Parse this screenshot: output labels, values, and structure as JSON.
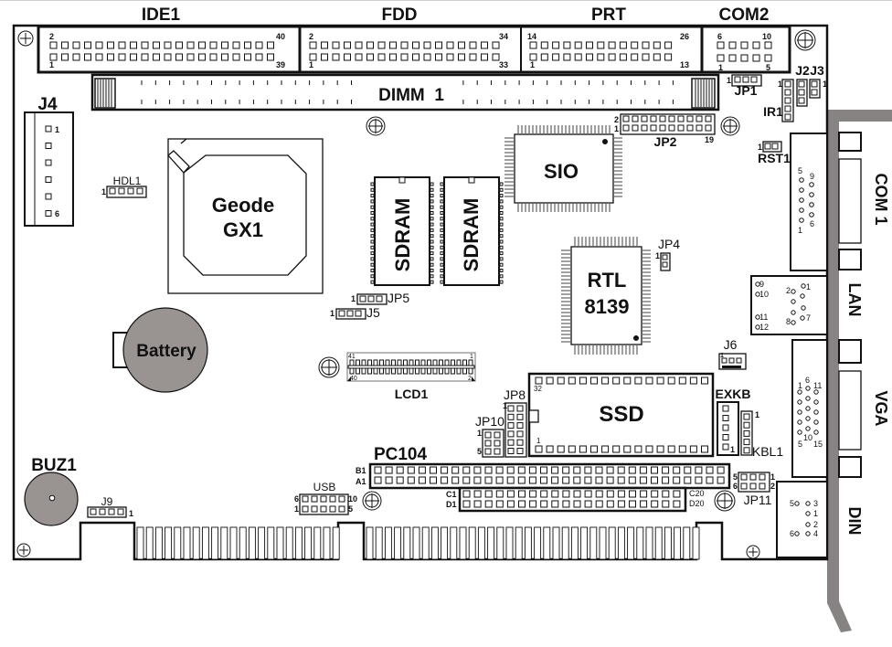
{
  "diagram": {
    "title": "Single Board Computer Layout",
    "colors": {
      "ink": "#111111",
      "battery": "#999492",
      "bracket": "#878383",
      "faded_pins": "#9a9a9a"
    },
    "top_connectors": {
      "ide1": {
        "label": "IDE1",
        "pin_top_left": "2",
        "pin_top_right": "40",
        "pin_bottom_left": "1",
        "pin_bottom_right": "39",
        "columns": 20
      },
      "fdd": {
        "label": "FDD",
        "pin_top_left": "2",
        "pin_top_right": "34",
        "pin_bottom_left": "1",
        "pin_bottom_right": "33",
        "columns": 17
      },
      "prt": {
        "label": "PRT",
        "pin_top_left": "14",
        "pin_top_right": "26",
        "pin_bottom_left": "1",
        "pin_bottom_right": "13",
        "columns": 13
      },
      "com2": {
        "label": "COM2",
        "pin_top_left": "6",
        "pin_top_right": "10",
        "pin_bottom_left": "1",
        "pin_bottom_right": "5",
        "columns": 5
      }
    },
    "dimm": {
      "label": "DIMM  1"
    },
    "j4": {
      "label": "J4",
      "pin_first": "1",
      "pin_last": "6",
      "pins": 6
    },
    "hdl1": {
      "label": "HDL1",
      "pin_first": "1",
      "pins": 4
    },
    "cpu": {
      "line1": "Geode",
      "line2": "GX1"
    },
    "sdram": [
      {
        "label": "SDRAM"
      },
      {
        "label": "SDRAM"
      }
    ],
    "sio": {
      "label": "SIO"
    },
    "rtl": {
      "line1": "RTL",
      "line2": "8139"
    },
    "jp1": {
      "label": "JP1",
      "pin_first": "1",
      "pins": 3
    },
    "jp2": {
      "label": "JP2",
      "pin_top": "2",
      "pin_bottom": "1",
      "pin_end": "19",
      "columns": 10
    },
    "j2": {
      "label": "J2",
      "pins": 3
    },
    "j3": {
      "label": "J3",
      "pin_first": "1",
      "pins": 2
    },
    "ir1": {
      "label": "IR1",
      "pin_first": "1",
      "pins": 5
    },
    "rst1": {
      "label": "RST1",
      "pin_first": "1",
      "pins": 2
    },
    "jp4": {
      "label": "JP4",
      "pin_first": "1",
      "pins": 2
    },
    "jp5": {
      "label": "JP5",
      "pin_first": "1",
      "pins": 3
    },
    "j5": {
      "label": "J5",
      "pin_first": "1",
      "pins": 3
    },
    "lcd1": {
      "label": "LCD1",
      "pin_tl": "41",
      "pin_tr": "1",
      "pin_bl": "40",
      "pin_br": "2"
    },
    "battery": {
      "label": "Battery"
    },
    "buz1": {
      "label": "BUZ1"
    },
    "j9": {
      "label": "J9",
      "pin_first": "1",
      "pins": 4
    },
    "j6": {
      "label": "J6",
      "pin_first": "1",
      "pins": 3
    },
    "jp8": {
      "label": "JP8",
      "pin_first": "1",
      "rows": 6
    },
    "jp10": {
      "label": "JP10",
      "pin_first": "1",
      "pin_last": "5",
      "rows": 3
    },
    "ssd": {
      "label": "SSD",
      "pin_top": "32",
      "pin_bottom": "1",
      "columns": 16
    },
    "exkb": {
      "label": "EXKB",
      "pin_first": "1",
      "pins": 5
    },
    "kbl1": {
      "label": "KBL1",
      "pin_first": "1",
      "pins": 5
    },
    "pc104": {
      "label": "PC104",
      "row_b": "B1",
      "row_a": "A1",
      "row_c": "C1",
      "row_d": "D1",
      "row_c_end": "C20",
      "row_d_end": "D20",
      "ab_columns": 32,
      "cd_columns": 20
    },
    "usb": {
      "label": "USB",
      "pin_tl": "6",
      "pin_tr": "10",
      "pin_bl": "1",
      "pin_br": "5",
      "columns": 5
    },
    "jp11": {
      "label": "JP11",
      "pin_tl": "5",
      "pin_bl": "6",
      "pin_tr": "1",
      "pin_br": "2",
      "columns": 3
    },
    "rear_io": {
      "com1": {
        "label": "COM 1",
        "pins_left": [
          "5",
          "1"
        ],
        "pins_right": [
          "9",
          "6"
        ]
      },
      "lan": {
        "label": "LAN",
        "pins": [
          "9",
          "10",
          "11",
          "12",
          "1",
          "2",
          "7",
          "8"
        ]
      },
      "vga": {
        "label": "VGA",
        "pins": [
          "1",
          "6",
          "11",
          "5",
          "10",
          "15"
        ]
      },
      "din": {
        "label": "DIN",
        "pins": [
          "5",
          "3",
          "1",
          "2",
          "6",
          "4"
        ]
      }
    }
  }
}
